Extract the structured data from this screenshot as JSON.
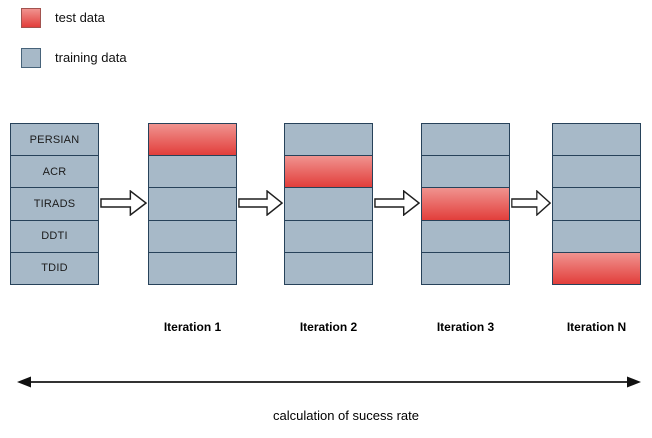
{
  "legend": {
    "items": [
      {
        "label": "test data",
        "swatch": "test"
      },
      {
        "label": "training data",
        "swatch": "training"
      }
    ]
  },
  "diagram": {
    "datasets": [
      "PERSIAN",
      "ACR",
      "TIRADS",
      "DDTI",
      "TDID"
    ],
    "columns": [
      {
        "type": "labels",
        "test_row": null,
        "caption": ""
      },
      {
        "type": "data",
        "test_row": 0,
        "caption": "Iteration 1"
      },
      {
        "type": "data",
        "test_row": 1,
        "caption": "Iteration 2"
      },
      {
        "type": "data",
        "test_row": 2,
        "caption": "Iteration 3"
      },
      {
        "type": "data",
        "test_row": 4,
        "caption": "Iteration N"
      }
    ]
  },
  "footer": {
    "caption": "calculation of sucess rate"
  },
  "colors": {
    "test_top": "#f0938f",
    "test_bottom": "#e23e3b",
    "training": "#a7b9c8",
    "cell_border": "#27425a",
    "arrow_stroke": "#1f1f1f"
  }
}
